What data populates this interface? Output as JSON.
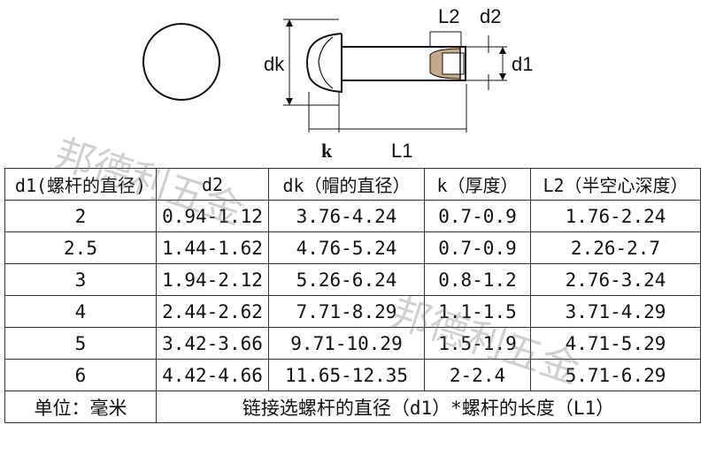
{
  "diagram": {
    "labels": {
      "dk": "dk",
      "k": "k",
      "L1": "L1",
      "L2": "L2",
      "d2": "d2",
      "d1": "d1"
    }
  },
  "table": {
    "headers": [
      "d1(螺杆的直径)",
      "d2",
      "dk（帽的直径）",
      "k（厚度）",
      "L2（半空心深度）"
    ],
    "rows": [
      [
        "2",
        "0.94-1.12",
        "3.76-4.24",
        "0.7-0.9",
        "1.76-2.24"
      ],
      [
        "2.5",
        "1.44-1.62",
        "4.76-5.24",
        "0.7-0.9",
        "2.26-2.7"
      ],
      [
        "3",
        "1.94-2.12",
        "5.26-6.24",
        "0.8-1.2",
        "2.76-3.24"
      ],
      [
        "4",
        "2.44-2.62",
        "7.71-8.29",
        "1.1-1.5",
        "3.71-4.29"
      ],
      [
        "5",
        "3.42-3.66",
        "9.71-10.29",
        "1.5-1.9",
        "4.71-5.29"
      ],
      [
        "6",
        "4.42-4.66",
        "11.65-12.35",
        "2-2.4",
        "5.71-6.29"
      ]
    ],
    "footer": {
      "unit": "单位：毫米",
      "note": "链接选螺杆的直径（d1）*螺杆的长度（L1）"
    }
  },
  "watermark": {
    "text": "邦德利五金"
  }
}
